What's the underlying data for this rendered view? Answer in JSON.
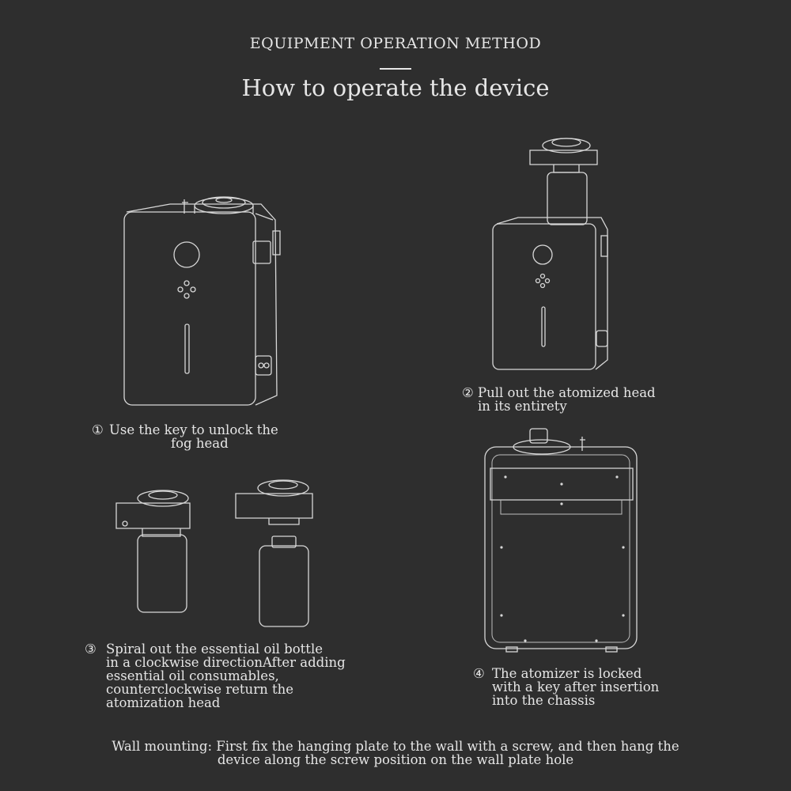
{
  "header": {
    "section_label": "EQUIPMENT OPERATION METHOD",
    "title": "How to operate the device"
  },
  "steps": [
    {
      "num": "①",
      "lines": [
        "Use the key to unlock the",
        "fog head"
      ]
    },
    {
      "num": "②",
      "lines": [
        "Pull out the atomized head",
        "in its entirety"
      ]
    },
    {
      "num": "③",
      "lines": [
        "Spiral out the essential oil bottle",
        "in a clockwise directionAfter adding",
        "essential oil consumables,",
        "counterclockwise return the",
        "atomization head"
      ]
    },
    {
      "num": "④",
      "lines": [
        "The atomizer is locked",
        "with a key after insertion",
        "into the chassis"
      ]
    }
  ],
  "footer": {
    "line1": "Wall mounting: First fix the hanging plate to the wall with a screw, and then hang the",
    "line2": "device along the screw position on the wall plate hole"
  },
  "colors": {
    "background": "#2e2e2e",
    "text": "#e6e6e6",
    "lines": "#d8d8d8"
  }
}
